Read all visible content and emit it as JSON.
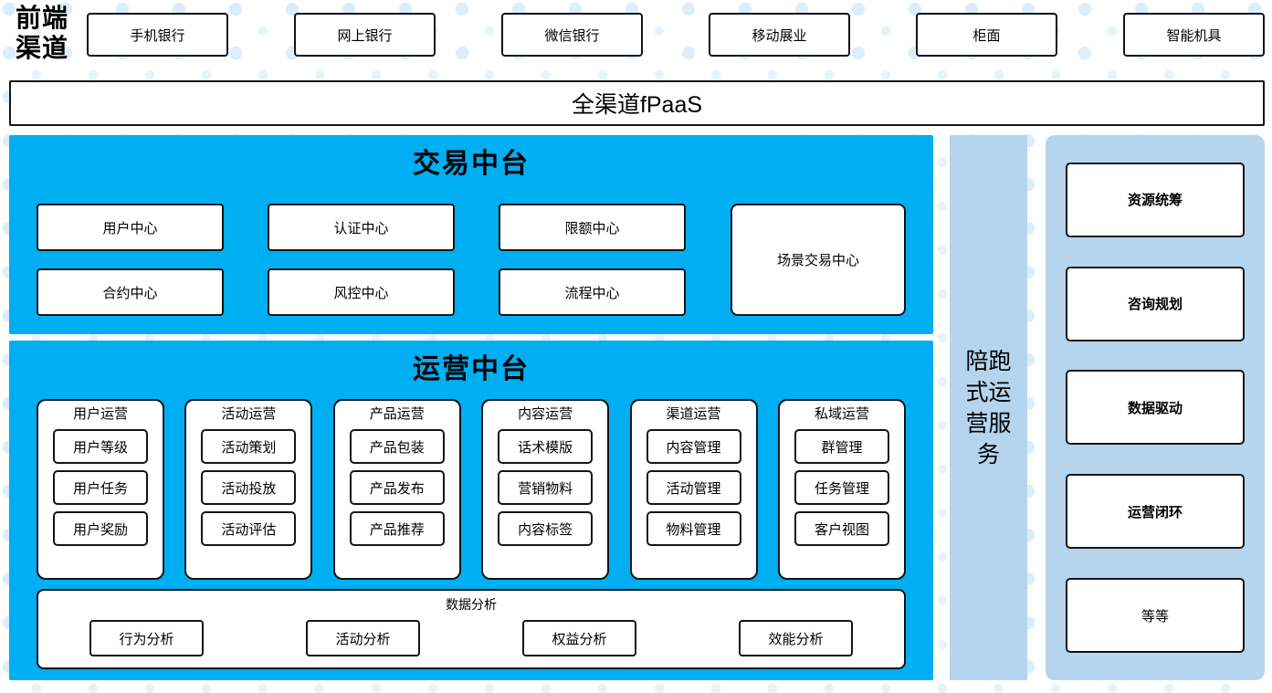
{
  "front_channel": {
    "label_lines": [
      "前端",
      "渠道"
    ],
    "channels": [
      {
        "label": "手机银行"
      },
      {
        "label": "网上银行"
      },
      {
        "label": "微信银行"
      },
      {
        "label": "移动展业"
      },
      {
        "label": "柜面"
      },
      {
        "label": "智能机具"
      }
    ]
  },
  "fpaas": {
    "label": "全渠道fPaaS"
  },
  "trade_center": {
    "title": "交易中台",
    "boxes": [
      {
        "label": "用户中心"
      },
      {
        "label": "认证中心"
      },
      {
        "label": "限额中心"
      },
      {
        "label": "合约中心"
      },
      {
        "label": "风控中心"
      },
      {
        "label": "流程中心"
      }
    ],
    "scene_box": {
      "label": "场景交易中心"
    }
  },
  "ops_center": {
    "title": "运营中台",
    "groups": [
      {
        "title": "用户运营",
        "items": [
          "用户等级",
          "用户任务",
          "用户奖励"
        ]
      },
      {
        "title": "活动运营",
        "items": [
          "活动策划",
          "活动投放",
          "活动评估"
        ]
      },
      {
        "title": "产品运营",
        "items": [
          "产品包装",
          "产品发布",
          "产品推荐"
        ]
      },
      {
        "title": "内容运营",
        "items": [
          "话术模版",
          "营销物料",
          "内容标签"
        ]
      },
      {
        "title": "渠道运营",
        "items": [
          "内容管理",
          "活动管理",
          "物料管理"
        ]
      },
      {
        "title": "私域运营",
        "items": [
          "群管理",
          "任务管理",
          "客户视图"
        ]
      }
    ],
    "analysis": {
      "title": "数据分析",
      "items": [
        "行为分析",
        "活动分析",
        "权益分析",
        "效能分析"
      ]
    }
  },
  "accompany": {
    "label": "陪跑式运营服务"
  },
  "service_panel": {
    "items": [
      {
        "label": "资源统筹",
        "bold": true
      },
      {
        "label": "咨询规划",
        "bold": true
      },
      {
        "label": "数据驱动",
        "bold": true
      },
      {
        "label": "运营闭环",
        "bold": true
      },
      {
        "label": "等等",
        "bold": false
      }
    ]
  },
  "colors": {
    "cyan": "#00AEF2",
    "light_blue": "#B5D5EE",
    "border": "#111418",
    "background": "#FFFFFF"
  }
}
